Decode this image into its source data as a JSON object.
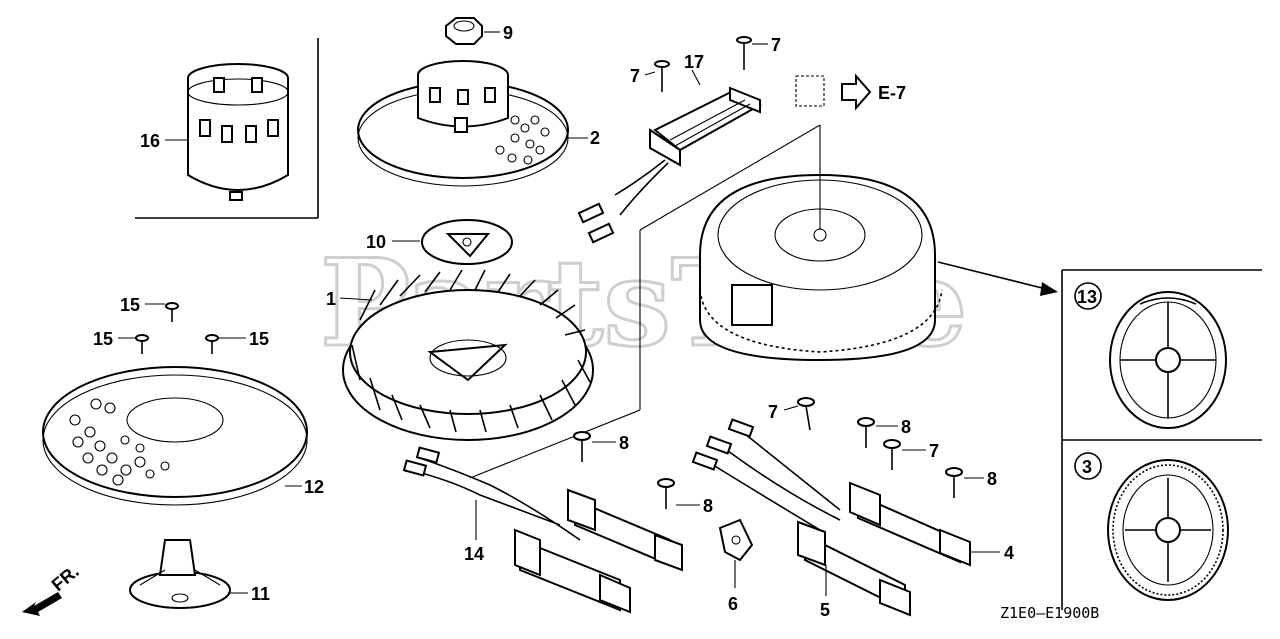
{
  "watermark": "PartsTree",
  "drawing_code": "Z1E0–E1900B",
  "direction_label": "FR.",
  "reference": {
    "label": "E-7"
  },
  "callouts": {
    "c1": "1",
    "c2": "2",
    "c3": "3",
    "c4": "4",
    "c5": "5",
    "c6": "6",
    "c7a": "7",
    "c7b": "7",
    "c7c": "7",
    "c7d": "7",
    "c8a": "8",
    "c8b": "8",
    "c8c": "8",
    "c8d": "8",
    "c9": "9",
    "c10": "10",
    "c11": "11",
    "c12": "12",
    "c13": "13",
    "c14": "14",
    "c15a": "15",
    "c15b": "15",
    "c15c": "15",
    "c16": "16",
    "c17": "17"
  }
}
